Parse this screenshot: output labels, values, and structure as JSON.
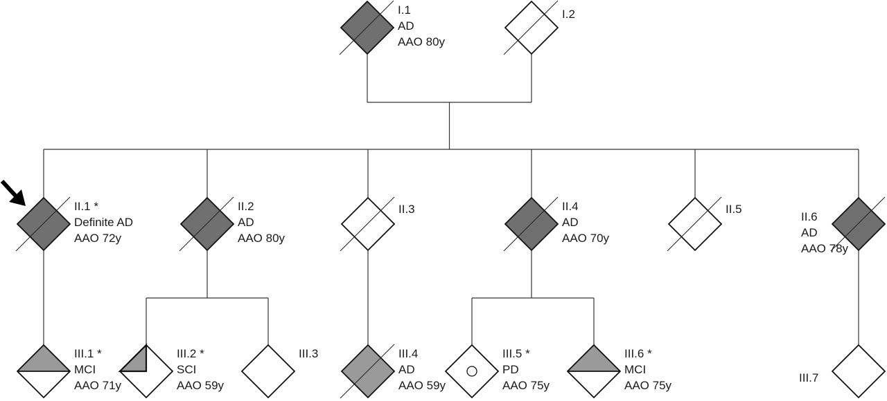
{
  "title": "Pedigree",
  "colors": {
    "affected_dark": "#707070",
    "affected_light": "#9a9a9a",
    "unaffected": "#ffffff",
    "stroke": "#111111"
  },
  "proband_marker": "arrow",
  "individuals": [
    {
      "id": "I.1",
      "generation": "I",
      "label_lines": [
        "I.1",
        "AD",
        "AAO 80y"
      ],
      "status": "affected",
      "fill": "full",
      "shade": "dark",
      "deceased": true,
      "asterisk": false,
      "label_side": "right"
    },
    {
      "id": "I.2",
      "generation": "I",
      "label_lines": [
        "I.2"
      ],
      "status": "unaffected",
      "fill": "none",
      "deceased": true,
      "asterisk": false,
      "label_side": "right"
    },
    {
      "id": "II.1",
      "generation": "II",
      "label_lines": [
        "II.1 *",
        "Definite AD",
        "AAO 72y"
      ],
      "status": "affected",
      "fill": "full",
      "shade": "dark",
      "deceased": true,
      "asterisk": true,
      "proband": true,
      "label_side": "right"
    },
    {
      "id": "II.2",
      "generation": "II",
      "label_lines": [
        "II.2",
        "AD",
        "AAO 80y"
      ],
      "status": "affected",
      "fill": "full",
      "shade": "dark",
      "deceased": true,
      "asterisk": false,
      "label_side": "right"
    },
    {
      "id": "II.3",
      "generation": "II",
      "label_lines": [
        "II.3"
      ],
      "status": "unaffected",
      "fill": "none",
      "deceased": true,
      "asterisk": false,
      "label_side": "right"
    },
    {
      "id": "II.4",
      "generation": "II",
      "label_lines": [
        "II.4",
        "AD",
        "AAO 70y"
      ],
      "status": "affected",
      "fill": "full",
      "shade": "dark",
      "deceased": true,
      "asterisk": false,
      "label_side": "right"
    },
    {
      "id": "II.5",
      "generation": "II",
      "label_lines": [
        "II.5"
      ],
      "status": "unaffected",
      "fill": "none",
      "deceased": true,
      "asterisk": false,
      "label_side": "right"
    },
    {
      "id": "II.6",
      "generation": "II",
      "label_lines": [
        "II.6",
        "AD",
        "AAO 78y"
      ],
      "status": "affected",
      "fill": "full",
      "shade": "dark",
      "deceased": true,
      "asterisk": false,
      "label_side": "left"
    },
    {
      "id": "III.1",
      "generation": "III",
      "label_lines": [
        "III.1 *",
        "MCI",
        "AAO 71y"
      ],
      "status": "MCI",
      "fill": "top-half",
      "shade": "light",
      "deceased": false,
      "asterisk": true,
      "label_side": "right"
    },
    {
      "id": "III.2",
      "generation": "III",
      "label_lines": [
        "III.2 *",
        "SCI",
        "AAO 59y"
      ],
      "status": "SCI",
      "fill": "top-left-quarter",
      "shade": "light",
      "deceased": false,
      "asterisk": true,
      "label_side": "right"
    },
    {
      "id": "III.3",
      "generation": "III",
      "label_lines": [
        "III.3"
      ],
      "status": "unaffected",
      "fill": "none",
      "deceased": false,
      "asterisk": false,
      "label_side": "right"
    },
    {
      "id": "III.4",
      "generation": "III",
      "label_lines": [
        "III.4",
        "AD",
        "AAO 59y"
      ],
      "status": "affected",
      "fill": "full",
      "shade": "light",
      "deceased": true,
      "asterisk": false,
      "label_side": "right"
    },
    {
      "id": "III.5",
      "generation": "III",
      "label_lines": [
        "III.5 *",
        "PD",
        "AAO 75y"
      ],
      "status": "PD",
      "fill": "circle",
      "deceased": false,
      "asterisk": true,
      "label_side": "right"
    },
    {
      "id": "III.6",
      "generation": "III",
      "label_lines": [
        "III.6 *",
        "MCI",
        "AAO 75y"
      ],
      "status": "MCI",
      "fill": "top-half",
      "shade": "light",
      "deceased": false,
      "asterisk": true,
      "label_side": "right"
    },
    {
      "id": "III.7",
      "generation": "III",
      "label_lines": [
        "III.7"
      ],
      "status": "unaffected",
      "fill": "none",
      "deceased": false,
      "asterisk": false,
      "label_side": "left"
    }
  ],
  "relationships": [
    {
      "type": "mating",
      "partners": [
        "I.1",
        "I.2"
      ],
      "children": [
        "II.1",
        "II.2",
        "II.3",
        "II.4",
        "II.5",
        "II.6"
      ]
    },
    {
      "type": "descent",
      "parent": "II.1",
      "children": [
        "III.1"
      ]
    },
    {
      "type": "descent",
      "parent": "II.2",
      "children": [
        "III.2",
        "III.3"
      ]
    },
    {
      "type": "descent",
      "parent": "II.3",
      "children": [
        "III.4"
      ]
    },
    {
      "type": "descent",
      "parent": "II.4",
      "children": [
        "III.5",
        "III.6"
      ]
    },
    {
      "type": "descent",
      "parent": "II.6",
      "children": [
        "III.7"
      ]
    }
  ]
}
